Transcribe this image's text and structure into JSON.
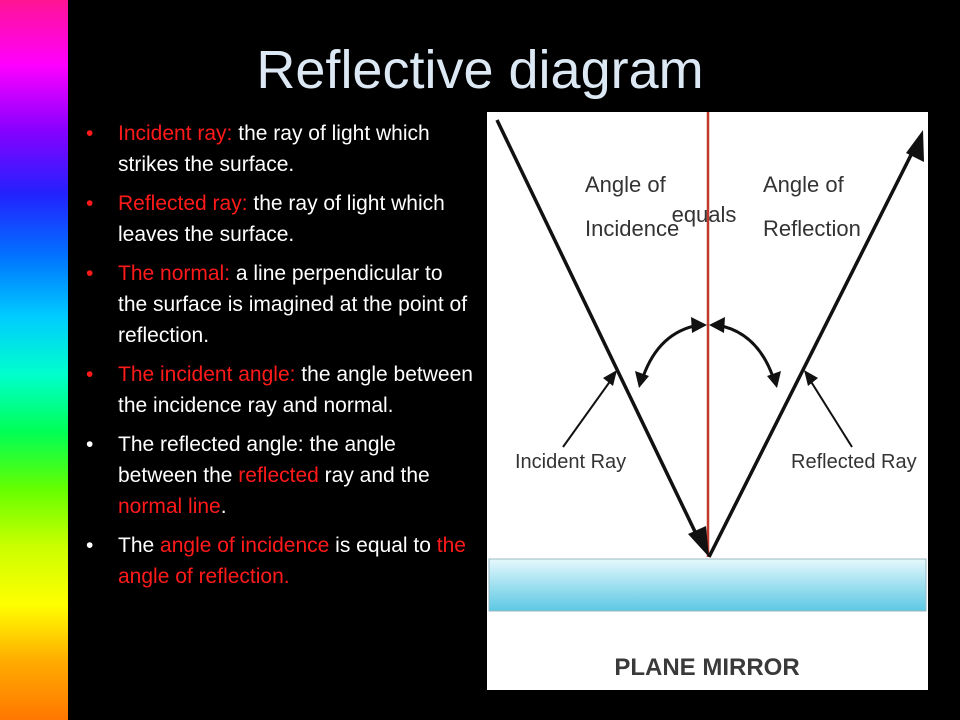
{
  "title": "Reflective diagram",
  "bullets": [
    {
      "term": "Incident ray:",
      "desc": " the ray of light which strikes the surface."
    },
    {
      "term": "Reflected ray:",
      "desc": " the ray of light which leaves the surface."
    },
    {
      "term": "The normal:",
      "desc": " a line perpendicular to the surface is imagined at the point of reflection."
    },
    {
      "term": "The incident angle:",
      "desc": " the angle between the incidence ray and normal."
    },
    {
      "p1": "The reflected angle: the angle between the ",
      "r1": "reflected",
      "p2": " ray and the ",
      "r2": "normal line",
      "p3": "."
    },
    {
      "p1": "The ",
      "r1": "angle of incidence",
      "p2": " is equal to ",
      "r2": "the angle of reflection."
    }
  ],
  "diagram": {
    "angle_incidence_1": "Angle of",
    "angle_incidence_2": "Incidence",
    "equals": "equals",
    "angle_reflection_1": "Angle of",
    "angle_reflection_2": "Reflection",
    "incident_ray": "Incident Ray",
    "reflected_ray": "Reflected Ray",
    "mirror": "PLANE MIRROR"
  },
  "colors": {
    "highlight": "#ff1a1a",
    "title": "#dce8f4",
    "normal_line": "#c0392b",
    "mirror_top": "#dff5fb",
    "mirror_bottom": "#6ccfe8"
  }
}
